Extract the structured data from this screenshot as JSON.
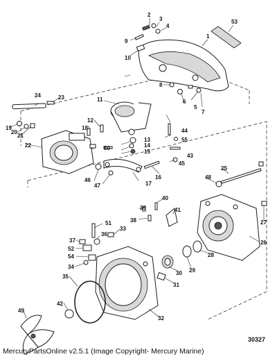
{
  "diagram_number": "30327",
  "footer_text": "MercuryPartsOnline v2.5.1 (Image Copyright- Mercury Marine)",
  "callouts": [
    "1",
    "2",
    "3",
    "4",
    "5",
    "6",
    "7",
    "8",
    "9",
    "10",
    "11",
    "12",
    "13",
    "14",
    "15",
    "16",
    "17",
    "18",
    "19",
    "20",
    "21",
    "22",
    "23",
    "24",
    "25",
    "26",
    "27",
    "28",
    "29",
    "30",
    "31",
    "32",
    "33",
    "34",
    "35",
    "36",
    "37",
    "38",
    "39",
    "40",
    "41",
    "42",
    "43",
    "44",
    "45",
    "46",
    "47",
    "48",
    "49",
    "50",
    "51",
    "52",
    "53",
    "54",
    "55"
  ]
}
